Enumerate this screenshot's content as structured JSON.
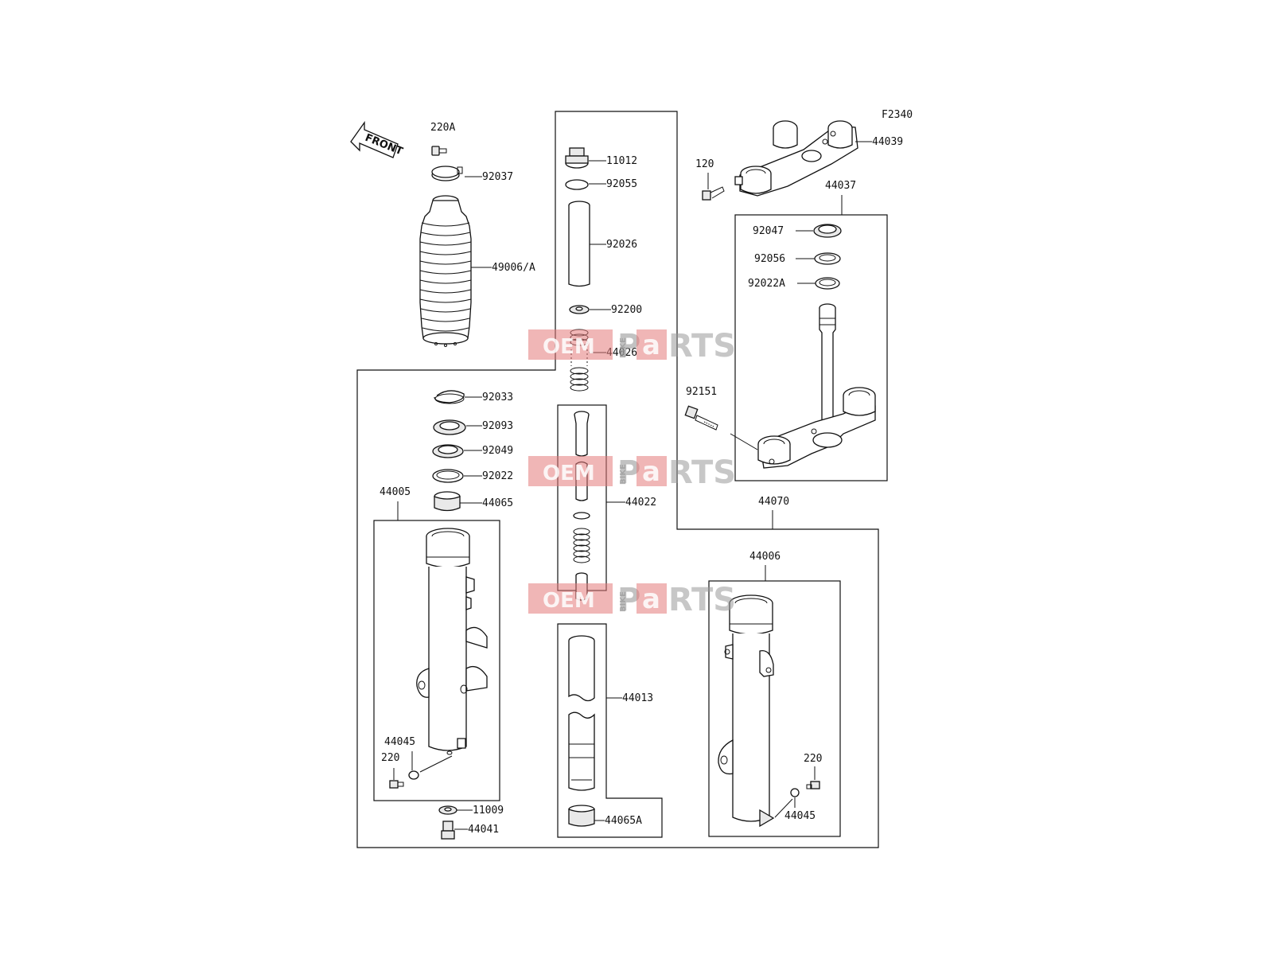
{
  "diagram": {
    "figure_code": "F2340",
    "front_label": "FRONT",
    "watermark": {
      "oem": "OEM",
      "bike": "BIKE",
      "p": "P",
      "a": "a",
      "rts": "RTS"
    },
    "part_labels": {
      "p220A": "220A",
      "p92037": "92037",
      "p49006A": "49006/A",
      "p11012": "11012",
      "p92055": "92055",
      "p92026": "92026",
      "p92200": "92200",
      "p44026": "44026",
      "p92033": "92033",
      "p92093": "92093",
      "p92049": "92049",
      "p92022": "92022",
      "p44065": "44065",
      "p44005": "44005",
      "p44022": "44022",
      "p44013": "44013",
      "p44045L": "44045",
      "p220L": "220",
      "p11009": "11009",
      "p44041": "44041",
      "p44065A": "44065A",
      "p120": "120",
      "p44039": "44039",
      "p44037": "44037",
      "p92047": "92047",
      "p92056": "92056",
      "p92022A": "92022A",
      "p92151": "92151",
      "p44070": "44070",
      "p44006": "44006",
      "p220R": "220",
      "p44045R": "44045"
    },
    "colors": {
      "line": "#111111",
      "watermark_red": "#e37a7a",
      "watermark_grey": "#9a9a9a"
    }
  }
}
